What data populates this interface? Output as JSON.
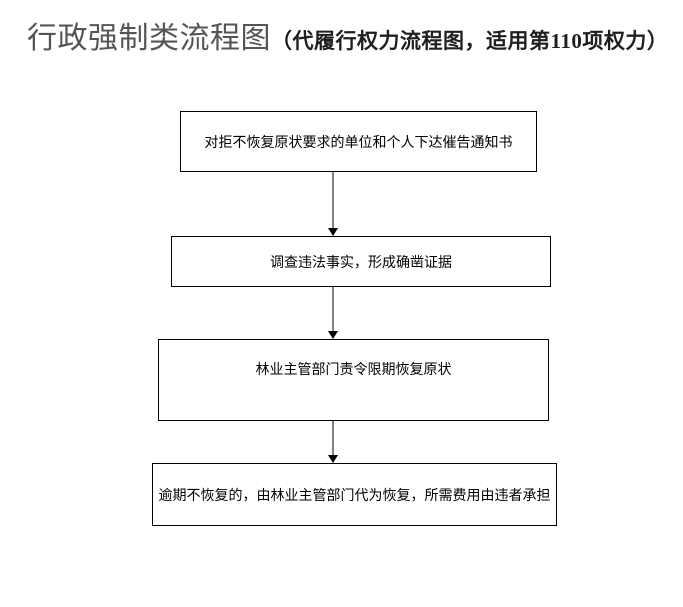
{
  "title": {
    "main": "行政强制类流程图",
    "sub": "（代履行权力流程图，适用第110项权力）"
  },
  "flowchart": {
    "type": "vertical-flow",
    "nodes": [
      {
        "step": 1,
        "label": "对拒不恢复原状要求的单位和个人下达催告通知书"
      },
      {
        "step": 2,
        "label": "调查违法事实，形成确凿证据"
      },
      {
        "step": 3,
        "label": "林业主管部门责令限期恢复原状"
      },
      {
        "step": 4,
        "label": "逾期不恢复的，由林业主管部门代为恢复，所需费用由违者承担"
      }
    ],
    "connections": [
      {
        "from": 1,
        "to": 2
      },
      {
        "from": 2,
        "to": 3
      },
      {
        "from": 3,
        "to": 4
      }
    ]
  },
  "colors": {
    "background": "#ffffff",
    "title_main": "#555555",
    "title_sub": "#1f1f1f",
    "box_border": "#000000",
    "box_text": "#000000",
    "arrow_line": "#808080",
    "arrow_head": "#000000"
  }
}
